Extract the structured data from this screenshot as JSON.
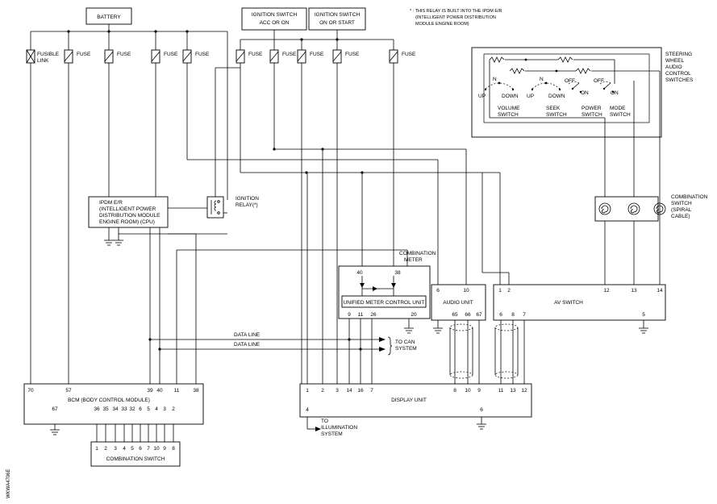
{
  "header": {
    "battery": "BATTERY",
    "ign_acc_1": "IGNITION SWITCH",
    "ign_acc_2": "ACC OR ON",
    "ign_on_1": "IGNITION SWITCH",
    "ign_on_2": "ON OR START",
    "note_1": "* : THIS RELAY IS BUILT INTO THE IPDM E/R",
    "note_2": "(INTELLIGENT POWER DISTRIBUTION",
    "note_3": "MODULE ENGINE ROOM)"
  },
  "fuses": {
    "fusible_1": "FUSIBLE",
    "fusible_2": "LINK",
    "fuse": "FUSE"
  },
  "steering": {
    "label_1": "STEERING",
    "label_2": "WHEEL",
    "label_3": "AUDIO",
    "label_4": "CONTROL",
    "label_5": "SWITCHES",
    "up": "UP",
    "down": "DOWN",
    "n": "N",
    "off": "OFF",
    "on": "ON",
    "volume_1": "VOLUME",
    "seek_1": "SEEK",
    "power_1": "POWER",
    "mode_1": "MODE",
    "switch": "SWITCH"
  },
  "ipdm": {
    "line_1": "IPDM E/R",
    "line_2": "(INTELLIGENT POWER",
    "line_3": "DISTRIBUTION MODULE",
    "line_4": "ENGINE ROOM) (CPU)",
    "relay_1": "IGNITION",
    "relay_2": "RELAY(*)"
  },
  "combo_switch": {
    "line_1": "COMBINATION",
    "line_2": "SWITCH",
    "line_3": "(SPIRAL",
    "line_4": "CABLE)"
  },
  "meter": {
    "label_1": "COMBINATION",
    "label_2": "METER",
    "unit": "UNIFIED METER CONTROL UNIT",
    "pins_top": [
      "40",
      "38"
    ],
    "pins_bottom": [
      "9",
      "11",
      "26",
      "20"
    ]
  },
  "audio_unit": {
    "label": "AUDIO UNIT",
    "pins_top": [
      "6",
      "10"
    ],
    "pins_bottom": [
      "65",
      "66",
      "67"
    ]
  },
  "av_switch": {
    "label": "AV SWITCH",
    "pins_top": [
      "1",
      "2",
      "12",
      "13",
      "14"
    ],
    "pins_bottom": [
      "6",
      "8",
      "7",
      "5"
    ]
  },
  "data_lines": {
    "line_1": "DATA LINE",
    "line_2": "DATA LINE",
    "to_can_1": "TO CAN",
    "to_can_2": "SYSTEM"
  },
  "bcm": {
    "label": "BCM (BODY CONTROL MODULE)",
    "pins_top": [
      "70",
      "57",
      "39",
      "40",
      "11",
      "38"
    ],
    "pin_67": "67",
    "pins_bottom": [
      "36",
      "35",
      "34",
      "33",
      "32",
      "6",
      "5",
      "4",
      "3",
      "2"
    ]
  },
  "combination_switch": {
    "label": "COMBINATION SWITCH",
    "pins": [
      "1",
      "2",
      "3",
      "4",
      "5",
      "6",
      "7",
      "10",
      "9",
      "8"
    ]
  },
  "display_unit": {
    "label": "DISPLAY UNIT",
    "pins_top": [
      "1",
      "2",
      "3",
      "14",
      "16",
      "7",
      "8",
      "10",
      "9",
      "11",
      "13",
      "12"
    ],
    "pin_4": "4",
    "pin_6": "6",
    "illum_1": "TO",
    "illum_2": "ILLUMINATION",
    "illum_3": "SYSTEM"
  },
  "footer": {
    "code": "WKWA4706E"
  }
}
